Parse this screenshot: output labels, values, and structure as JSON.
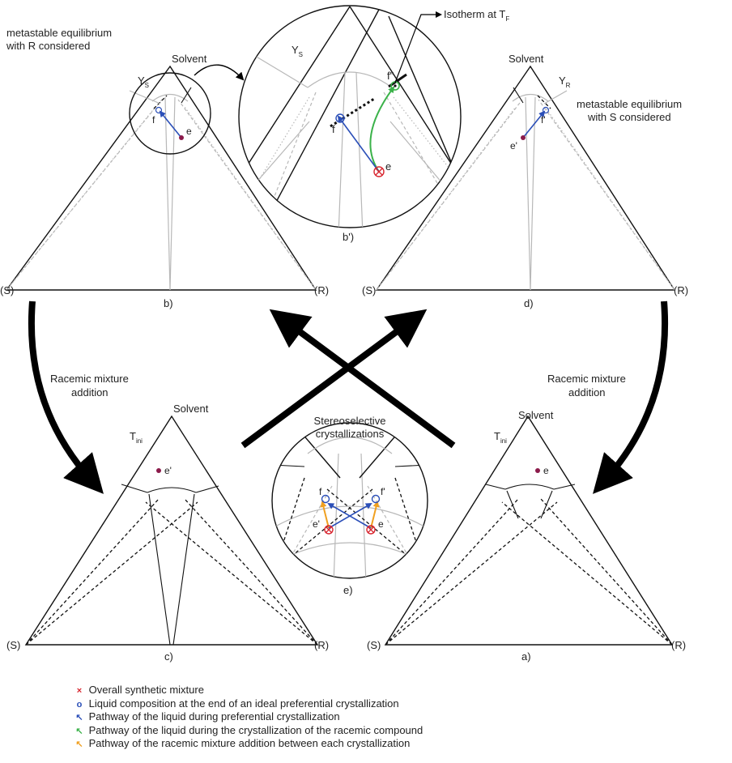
{
  "panels": {
    "b": {
      "caption": "b)",
      "apex": "Solvent",
      "left": "(S)",
      "right": "(R)",
      "ys": "Y",
      "ys_sub": "S",
      "point_f": "f",
      "point_e": "e",
      "note_line1": "metastable equilibrium",
      "note_line2": "with R considered"
    },
    "b_zoom": {
      "caption": "b')",
      "ys": "Y",
      "ys_sub": "S",
      "point_f": "f",
      "point_f2": "f\"",
      "point_e": "e",
      "isotherm": "Isotherm at T",
      "isotherm_sub": "F"
    },
    "d": {
      "caption": "d)",
      "apex": "Solvent",
      "left": "(S)",
      "right": "(R)",
      "yr": "Y",
      "yr_sub": "R",
      "point_f": "f'",
      "point_e": "e'",
      "note_line1": "metastable equilibrium",
      "note_line2": "with S considered"
    },
    "c": {
      "caption": "c)",
      "apex": "Solvent",
      "left": "(S)",
      "right": "(R)",
      "tini": "T",
      "tini_sub": "ini",
      "point_e": "e'"
    },
    "a": {
      "caption": "a)",
      "apex": "Solvent",
      "left": "(S)",
      "right": "(R)",
      "tini": "T",
      "tini_sub": "ini",
      "point_e": "e"
    },
    "e": {
      "caption": "e)",
      "title_line1": "Stereoselective",
      "title_line2": "crystallizations",
      "point_f": "f",
      "point_f2": "f'",
      "point_e": "e'",
      "point_e2": "e"
    }
  },
  "arrows": {
    "left_line1": "Racemic mixture",
    "left_line2": "addition",
    "right_line1": "Racemic mixture",
    "right_line2": "addition"
  },
  "legend": [
    {
      "symbol": "×",
      "color": "#d8262f",
      "text": "Overall synthetic mixture"
    },
    {
      "symbol": "o",
      "color": "#2b4fb8",
      "text": "Liquid composition at the end of an ideal preferential crystallization"
    },
    {
      "symbol": "↖",
      "color": "#2b4fb8",
      "text": "Pathway of the liquid during preferential crystallization"
    },
    {
      "symbol": "↖",
      "color": "#3bb24a",
      "text": "Pathway of the liquid during the crystallization of the racemic compound"
    },
    {
      "symbol": "↖",
      "color": "#f0a020",
      "text": "Pathway of the racemic mixture addition between each crystallization"
    }
  ],
  "colors": {
    "mixture": "#d8262f",
    "liquid": "#2b4fb8",
    "racemic_path": "#3bb24a",
    "addition_path": "#f0a020",
    "point": "#8b1a4a"
  }
}
